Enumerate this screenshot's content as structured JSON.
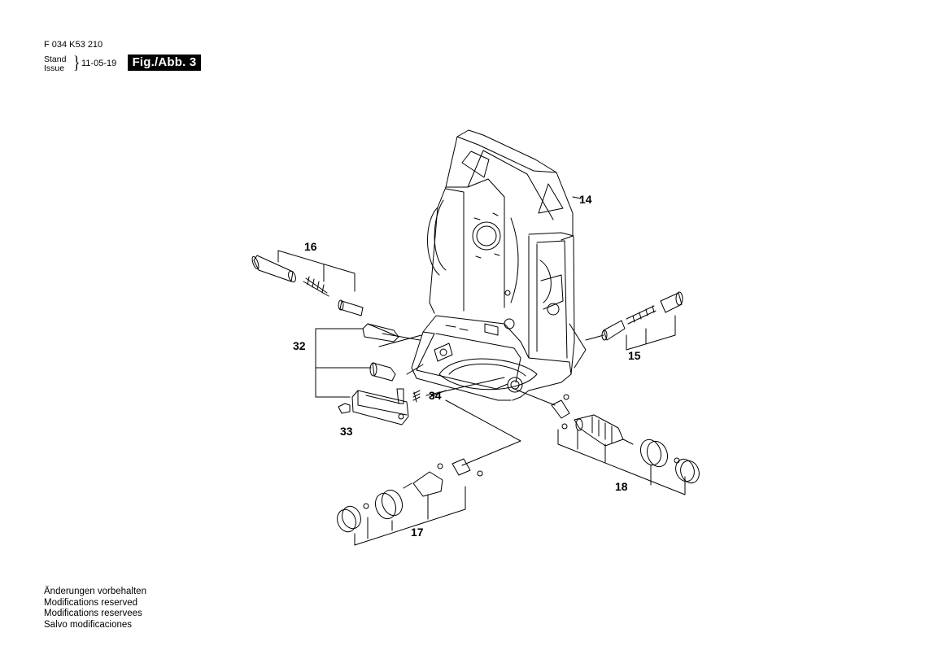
{
  "header": {
    "doc_number": "F 034 K53 210",
    "stand_label": "Stand",
    "issue_label": "Issue",
    "date": "11-05-19",
    "figure_label": "Fig./Abb. 3"
  },
  "part_labels": {
    "p14": "14",
    "p15": "15",
    "p16": "16",
    "p17": "17",
    "p18": "18",
    "p32": "32",
    "p33": "33",
    "p34": "34"
  },
  "footer_notes": [
    "Änderungen vorbehalten",
    "Modifications reserved",
    "Modifications reservees",
    "Salvo modificaciones"
  ]
}
